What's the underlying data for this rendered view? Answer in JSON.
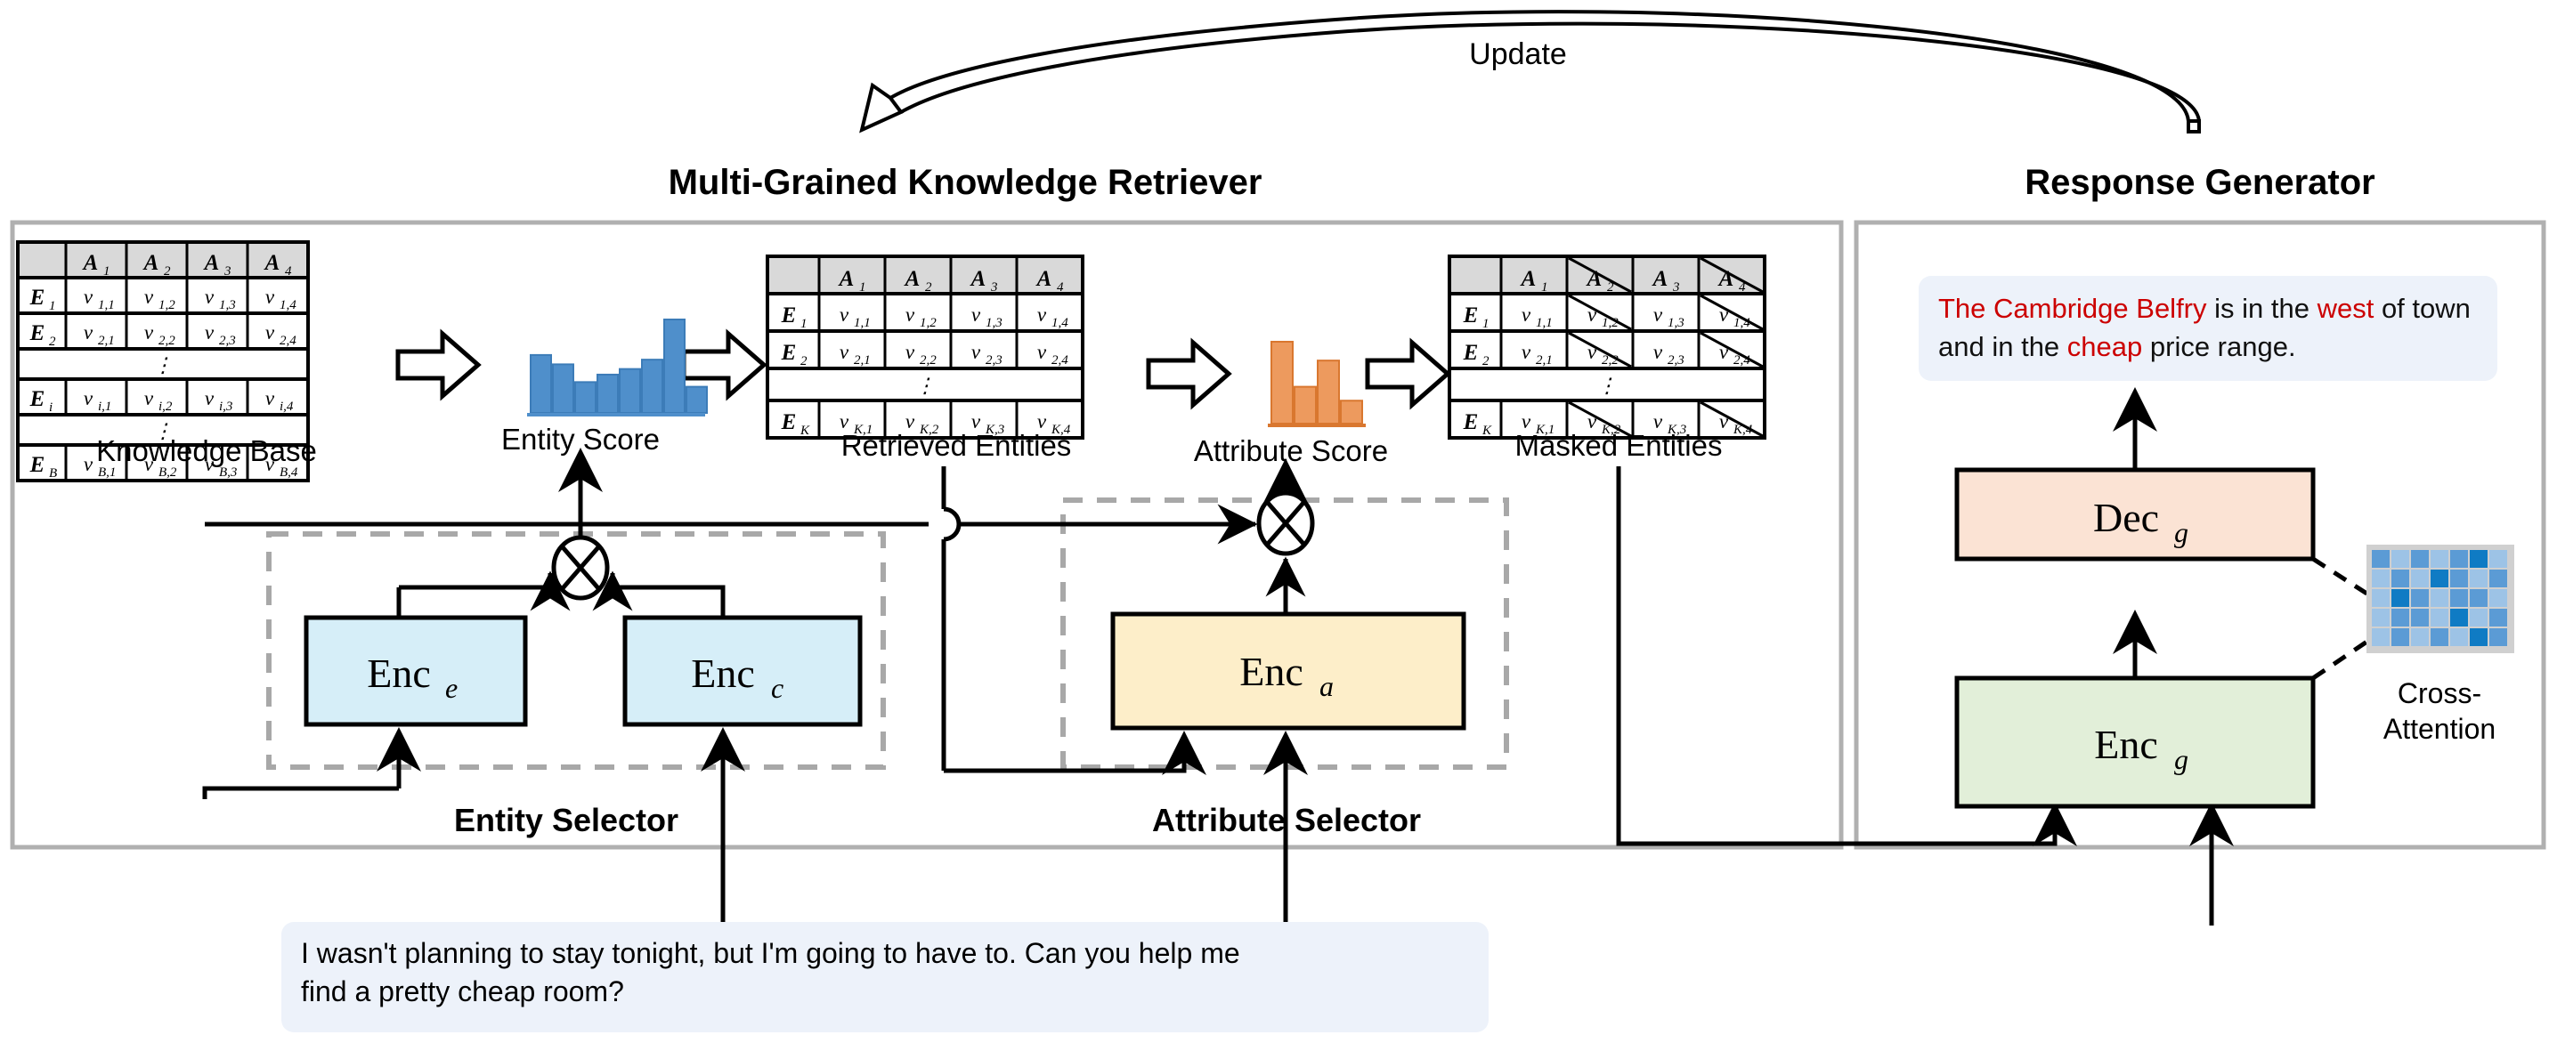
{
  "diagram": {
    "title_left": "Multi-Grained Knowledge Retriever",
    "title_right": "Response Generator",
    "update_label": "Update"
  },
  "tables": {
    "knowledge_base": {
      "caption": "Knowledge Base",
      "corner": "",
      "columns": [
        "A",
        "A",
        "A",
        "A"
      ],
      "column_subs": [
        "1",
        "2",
        "3",
        "4"
      ],
      "rows": [
        {
          "type": "data",
          "label": "E",
          "label_sub": "1",
          "cells": [
            "v",
            "v",
            "v",
            "v"
          ],
          "cell_subs": [
            "1,1",
            "1,2",
            "1,3",
            "1,4"
          ]
        },
        {
          "type": "data",
          "label": "E",
          "label_sub": "2",
          "cells": [
            "v",
            "v",
            "v",
            "v"
          ],
          "cell_subs": [
            "2,1",
            "2,2",
            "2,3",
            "2,4"
          ]
        },
        {
          "type": "ellipsis"
        },
        {
          "type": "data",
          "label": "E",
          "label_sub": "i",
          "cells": [
            "v",
            "v",
            "v",
            "v"
          ],
          "cell_subs": [
            "i,1",
            "i,2",
            "i,3",
            "i,4"
          ]
        },
        {
          "type": "ellipsis"
        },
        {
          "type": "data",
          "label": "E",
          "label_sub": "B",
          "cells": [
            "v",
            "v",
            "v",
            "v"
          ],
          "cell_subs": [
            "B,1",
            "B,2",
            "B,3",
            "B,4"
          ]
        }
      ],
      "masked_columns": []
    },
    "retrieved_entities": {
      "caption": "Retrieved Entities",
      "corner": "",
      "columns": [
        "A",
        "A",
        "A",
        "A"
      ],
      "column_subs": [
        "1",
        "2",
        "3",
        "4"
      ],
      "rows": [
        {
          "type": "data",
          "label": "E",
          "label_sub": "1",
          "cells": [
            "v",
            "v",
            "v",
            "v"
          ],
          "cell_subs": [
            "1,1",
            "1,2",
            "1,3",
            "1,4"
          ]
        },
        {
          "type": "data",
          "label": "E",
          "label_sub": "2",
          "cells": [
            "v",
            "v",
            "v",
            "v"
          ],
          "cell_subs": [
            "2,1",
            "2,2",
            "2,3",
            "2,4"
          ]
        },
        {
          "type": "ellipsis"
        },
        {
          "type": "data",
          "label": "E",
          "label_sub": "K",
          "cells": [
            "v",
            "v",
            "v",
            "v"
          ],
          "cell_subs": [
            "K,1",
            "K,2",
            "K,3",
            "K,4"
          ]
        }
      ],
      "masked_columns": []
    },
    "masked_entities": {
      "caption": "Masked Entities",
      "corner": "",
      "columns": [
        "A",
        "A",
        "A",
        "A"
      ],
      "column_subs": [
        "1",
        "2",
        "3",
        "4"
      ],
      "rows": [
        {
          "type": "data",
          "label": "E",
          "label_sub": "1",
          "cells": [
            "v",
            "v",
            "v",
            "v"
          ],
          "cell_subs": [
            "1,1",
            "1,2",
            "1,3",
            "1,4"
          ]
        },
        {
          "type": "data",
          "label": "E",
          "label_sub": "2",
          "cells": [
            "v",
            "v",
            "v",
            "v"
          ],
          "cell_subs": [
            "2,1",
            "2,2",
            "2,3",
            "2,4"
          ]
        },
        {
          "type": "ellipsis"
        },
        {
          "type": "data",
          "label": "E",
          "label_sub": "K",
          "cells": [
            "v",
            "v",
            "v",
            "v"
          ],
          "cell_subs": [
            "K,1",
            "K,2",
            "K,3",
            "K,4"
          ]
        }
      ],
      "masked_columns": [
        1,
        3
      ]
    }
  },
  "chart_data": [
    {
      "type": "bar",
      "title": "Entity Score",
      "categories": [
        "1",
        "2",
        "3",
        "4",
        "5",
        "6",
        "7",
        "8"
      ],
      "values": [
        62,
        52,
        33,
        41,
        47,
        57,
        100,
        28
      ],
      "color": "#4F8FCB",
      "xlabel": "",
      "ylabel": "",
      "ylim": [
        0,
        100
      ],
      "grid": false,
      "legend": "none"
    },
    {
      "type": "bar",
      "title": "Attribute Score",
      "categories": [
        "1",
        "2",
        "3",
        "4"
      ],
      "values": [
        100,
        45,
        77,
        28
      ],
      "color": "#ED9A5E",
      "xlabel": "",
      "ylabel": "",
      "ylim": [
        0,
        100
      ],
      "grid": false,
      "legend": "none"
    },
    {
      "type": "heatmap",
      "title": "Cross-Attention",
      "rows": 5,
      "cols": 7,
      "values": [
        [
          2,
          1,
          2,
          1,
          2,
          3,
          1
        ],
        [
          1,
          2,
          1,
          3,
          2,
          1,
          2
        ],
        [
          1,
          3,
          2,
          1,
          2,
          2,
          1
        ],
        [
          1,
          2,
          2,
          1,
          3,
          1,
          2
        ],
        [
          1,
          2,
          1,
          2,
          1,
          3,
          2
        ]
      ],
      "palette": [
        "#bdd7ee",
        "#9dc3e6",
        "#5b9bd5",
        "#0f7bc4"
      ]
    }
  ],
  "blocks": {
    "enc_e": {
      "label": "Enc",
      "sub": "e",
      "fill": "#d6eef8"
    },
    "enc_c": {
      "label": "Enc",
      "sub": "c",
      "fill": "#d6eef8"
    },
    "enc_a": {
      "label": "Enc",
      "sub": "a",
      "fill": "#fdeec9"
    },
    "dec_g": {
      "label": "Dec",
      "sub": "g",
      "fill": "#fbe3d4"
    },
    "enc_g": {
      "label": "Enc",
      "sub": "g",
      "fill": "#e2efd9"
    }
  },
  "selectors": {
    "entity": "Entity Selector",
    "attribute": "Attribute  Selector"
  },
  "cross_attention_label": {
    "line1": "Cross-",
    "line2": "Attention"
  },
  "response_bubble": {
    "segments": [
      {
        "text": "The Cambridge Belfry",
        "color": "#cc0000"
      },
      {
        "text": " is in the ",
        "color": "#111111"
      },
      {
        "text": "west",
        "color": "#cc0000"
      },
      {
        "text": " of town and in the ",
        "color": "#111111"
      },
      {
        "text": "cheap",
        "color": "#cc0000"
      },
      {
        "text": " price range.",
        "color": "#111111"
      }
    ],
    "plain": "The Cambridge Belfry is in the west of town and in the cheap price range.",
    "background": "#edf2fa"
  },
  "user_utterance": {
    "line1": "I wasn't planning to stay tonight, but I'm going to have to. Can you help me",
    "line2": "find a pretty cheap room?",
    "background": "#edf2fa"
  },
  "icons": {
    "block_arrow": "block-arrow-right-icon",
    "multiply": "multiply-circle-icon",
    "wire_hop": "wire-hop-icon"
  }
}
